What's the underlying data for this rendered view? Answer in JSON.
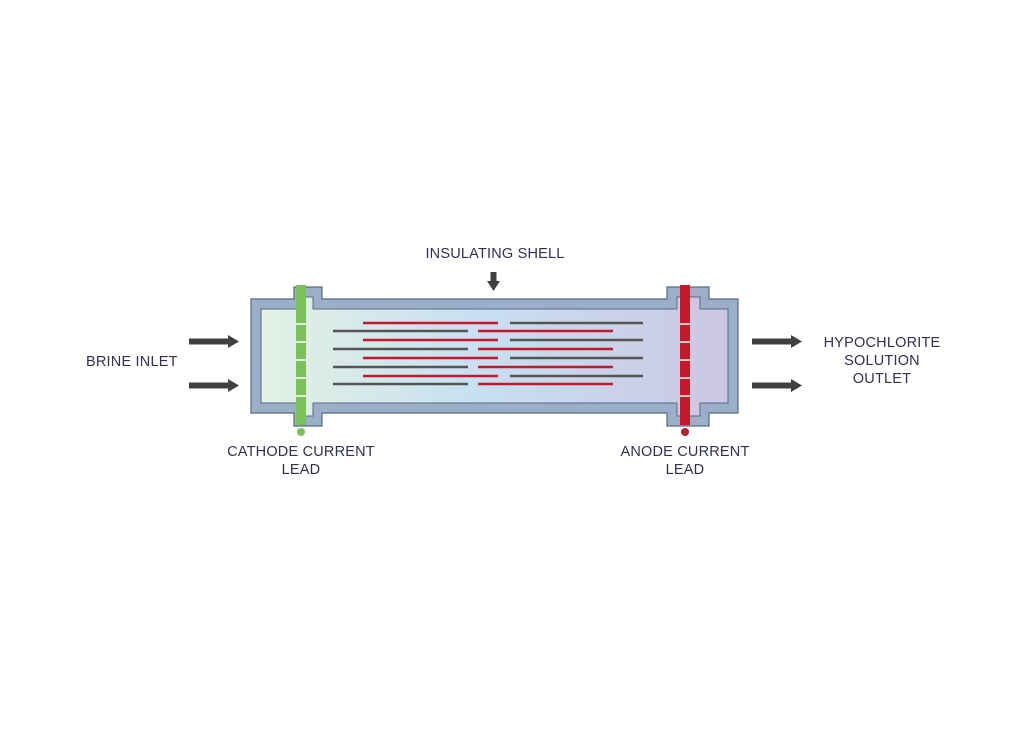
{
  "labels": {
    "insulating_shell": "INSULATING SHELL",
    "brine_inlet": "BRINE INLET",
    "outlet": [
      "HYPOCHLORITE",
      "SOLUTION",
      "OUTLET"
    ],
    "cathode": [
      "CATHODE CURRENT",
      "LEAD"
    ],
    "anode": [
      "ANODE CURRENT",
      "LEAD"
    ]
  },
  "colors": {
    "text": "#2f2f5a",
    "shell": "#9bb0c8",
    "shell_stroke": "#566a82",
    "cathode": "#7dbf5a",
    "anode": "#c4182c",
    "cathode_plate": "#555555",
    "anode_plate": "#c4182c",
    "arrow": "#404040",
    "interior_left": "#e3f1e4",
    "interior_mid": "#c8e0f0",
    "interior_right": "#cbc7e3"
  },
  "icons": {
    "inlet_arrows": "right-arrow-icon",
    "outlet_arrows": "right-arrow-icon",
    "shell_pointer": "down-arrow-icon"
  }
}
